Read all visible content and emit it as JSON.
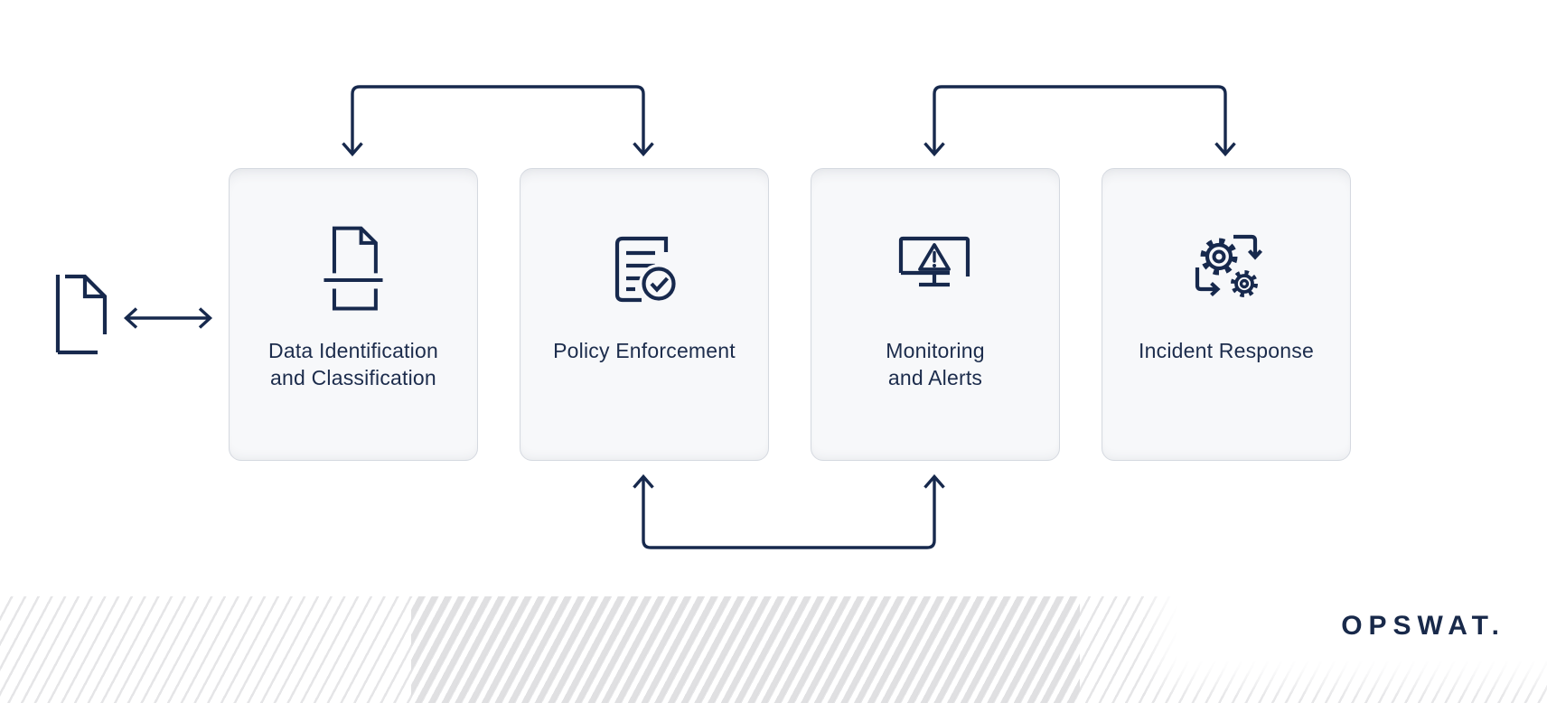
{
  "cards": [
    {
      "id": "data-identification",
      "title": "Data Identification and Classification",
      "lines": [
        "Data Identification",
        "and Classification"
      ],
      "icon": "document-scan-icon"
    },
    {
      "id": "policy-enforcement",
      "title": "Policy Enforcement",
      "lines": [
        "Policy Enforcement"
      ],
      "icon": "document-check-icon"
    },
    {
      "id": "monitoring-alerts",
      "title": "Monitoring and Alerts",
      "lines": [
        "Monitoring",
        "and Alerts"
      ],
      "icon": "monitor-alert-icon"
    },
    {
      "id": "incident-response",
      "title": "Incident Response",
      "lines": [
        "Incident Response"
      ],
      "icon": "gears-cycle-icon"
    }
  ],
  "input_source": {
    "icon": "document-icon"
  },
  "flow": {
    "left_connector": {
      "between": [
        "document",
        "Data Identification and Classification"
      ],
      "style": "horizontal-double-arrow"
    },
    "top_connectors": [
      {
        "between": [
          "Data Identification and Classification",
          "Policy Enforcement"
        ],
        "style": "bracket-arrows-down-both-ends"
      },
      {
        "between": [
          "Monitoring and Alerts",
          "Incident Response"
        ],
        "style": "bracket-arrows-down-both-ends"
      }
    ],
    "bottom_connector": {
      "between": [
        "Policy Enforcement",
        "Monitoring and Alerts"
      ],
      "style": "bracket-arrows-up-both-ends"
    }
  },
  "footer": {
    "logo_text": "OPSWAT."
  },
  "colors": {
    "line_navy": "#17294D",
    "text_navy": "#1C2C4C",
    "card_bg": "#F7F8FA",
    "card_border": "#D5D9E0",
    "stripe_gray": "#E4E4E6"
  }
}
